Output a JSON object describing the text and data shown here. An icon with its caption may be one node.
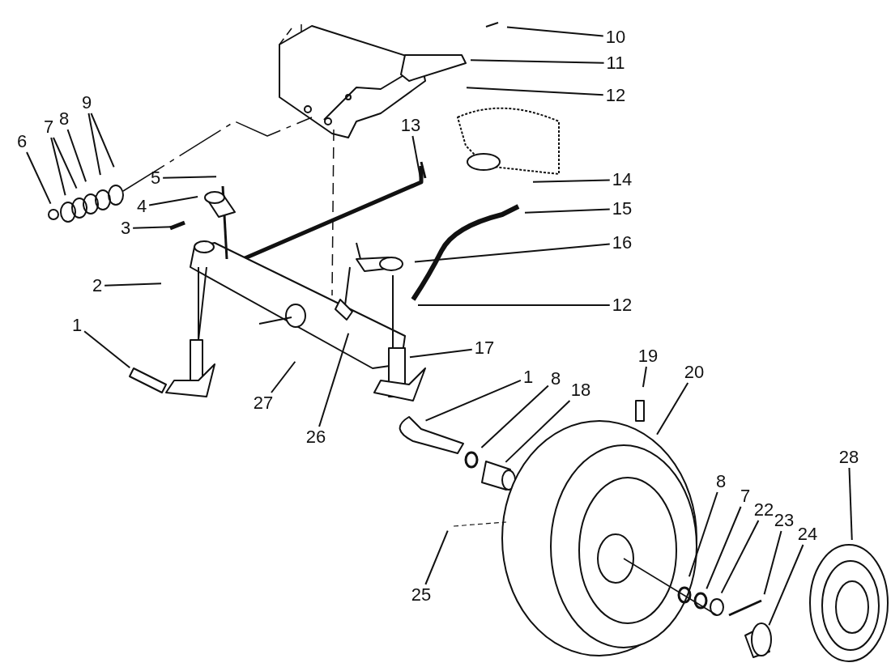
{
  "diagram": {
    "nodes": [
      {
        "text": [
          "10"
        ]
      },
      {
        "text": [
          "11"
        ]
      },
      {
        "text": [
          "12"
        ]
      },
      {
        "text": [
          "13"
        ]
      },
      {
        "text": [
          "9"
        ]
      },
      {
        "text": [
          "8"
        ]
      },
      {
        "text": [
          "7"
        ]
      },
      {
        "text": [
          "6"
        ]
      },
      {
        "text": [
          "5"
        ]
      },
      {
        "text": [
          "4"
        ]
      },
      {
        "text": [
          "14"
        ]
      },
      {
        "text": [
          "3"
        ]
      },
      {
        "text": [
          "15"
        ]
      },
      {
        "text": [
          "16"
        ]
      },
      {
        "text": [
          "2"
        ]
      },
      {
        "text": [
          "12"
        ]
      },
      {
        "text": [
          "1"
        ]
      },
      {
        "text": [
          "17"
        ]
      },
      {
        "text": [
          "27"
        ]
      },
      {
        "text": [
          "26"
        ]
      },
      {
        "text": [
          "1"
        ]
      },
      {
        "text": [
          "8"
        ]
      },
      {
        "text": [
          "18"
        ]
      },
      {
        "text": [
          "19"
        ]
      },
      {
        "text": [
          "20"
        ]
      },
      {
        "text": [
          "28"
        ]
      },
      {
        "text": [
          "25"
        ]
      },
      {
        "text": [
          "8"
        ]
      },
      {
        "text": [
          "7"
        ]
      },
      {
        "text": [
          "22"
        ]
      },
      {
        "text": [
          "23"
        ]
      },
      {
        "text": [
          "24"
        ]
      }
    ],
    "edges": [
      {
        "from": 0,
        "to": null,
        "arrow": "none"
      },
      {
        "from": 1,
        "to": null,
        "arrow": "none"
      },
      {
        "from": 2,
        "to": null,
        "arrow": "none"
      },
      {
        "from": 3,
        "to": null,
        "arrow": "none"
      },
      {
        "from": 4,
        "to": null,
        "arrow": "none"
      },
      {
        "from": 4,
        "to": null,
        "arrow": "none"
      },
      {
        "from": 5,
        "to": null,
        "arrow": "none"
      },
      {
        "from": 6,
        "to": null,
        "arrow": "none"
      },
      {
        "from": 6,
        "to": null,
        "arrow": "none"
      },
      {
        "from": 7,
        "to": null,
        "arrow": "none"
      },
      {
        "from": 8,
        "to": null,
        "arrow": "none"
      },
      {
        "from": 9,
        "to": null,
        "arrow": "none"
      },
      {
        "from": 10,
        "to": null,
        "arrow": "none"
      },
      {
        "from": 11,
        "to": null,
        "arrow": "none"
      },
      {
        "from": 12,
        "to": null,
        "arrow": "none"
      },
      {
        "from": 13,
        "to": null,
        "arrow": "none"
      },
      {
        "from": 14,
        "to": null,
        "arrow": "none"
      },
      {
        "from": 15,
        "to": null,
        "arrow": "none"
      },
      {
        "from": 16,
        "to": null,
        "arrow": "none"
      },
      {
        "from": 17,
        "to": null,
        "arrow": "none"
      },
      {
        "from": 18,
        "to": null,
        "arrow": "none"
      },
      {
        "from": 19,
        "to": null,
        "arrow": "none"
      },
      {
        "from": 20,
        "to": null,
        "arrow": "none"
      },
      {
        "from": 21,
        "to": null,
        "arrow": "none"
      },
      {
        "from": 22,
        "to": null,
        "arrow": "none"
      },
      {
        "from": 23,
        "to": null,
        "arrow": "none"
      },
      {
        "from": 24,
        "to": null,
        "arrow": "none"
      },
      {
        "from": 25,
        "to": null,
        "arrow": "none"
      },
      {
        "from": 26,
        "to": null,
        "arrow": "none"
      },
      {
        "from": 27,
        "to": null,
        "arrow": "none"
      },
      {
        "from": 28,
        "to": null,
        "arrow": "none"
      },
      {
        "from": 29,
        "to": null,
        "arrow": "none"
      },
      {
        "from": 30,
        "to": null,
        "arrow": "none"
      },
      {
        "from": 31,
        "to": null,
        "arrow": "none"
      }
    ]
  }
}
